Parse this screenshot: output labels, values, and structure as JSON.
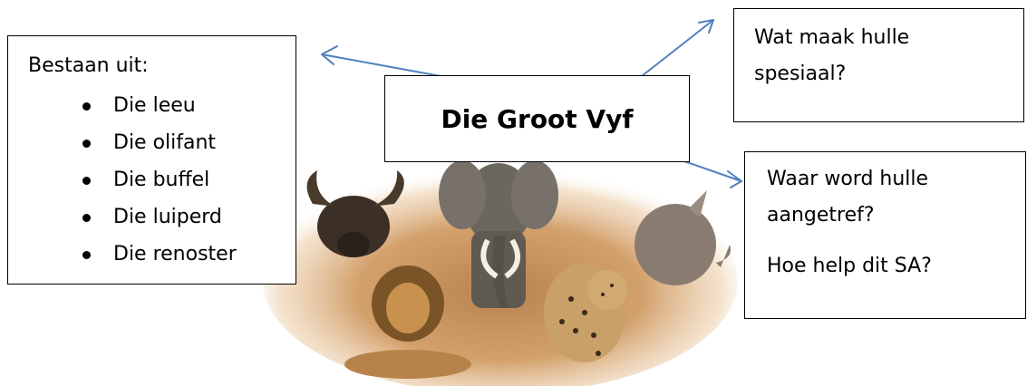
{
  "center": {
    "title": "Die Groot Vyf"
  },
  "left": {
    "heading": "Bestaan uit:",
    "items": [
      "Die leeu",
      "Die olifant",
      "Die buffel",
      "Die luiperd",
      "Die renoster"
    ]
  },
  "top_right": {
    "lines": [
      "Wat maak hulle",
      "spesiaal?"
    ]
  },
  "bottom_right": {
    "lines": [
      "Waar word hulle",
      "aangetref?",
      "Hoe help dit SA?"
    ]
  },
  "image": {
    "subjects": [
      "buffalo-icon",
      "elephant-icon",
      "rhino-icon",
      "lion-icon",
      "leopard-icon"
    ]
  },
  "colors": {
    "arrow": "#4f81bd",
    "border": "#000000",
    "savanna": "#c8935a"
  }
}
